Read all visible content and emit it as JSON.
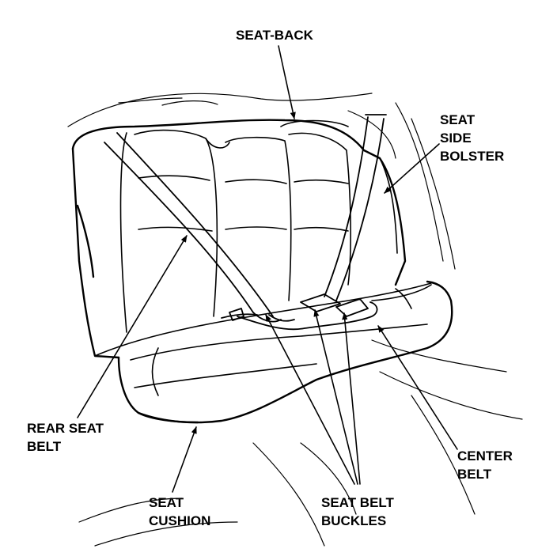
{
  "labels": {
    "seat_back": [
      "SEAT-BACK"
    ],
    "seat_side_bolster": [
      "SEAT",
      "SIDE",
      "BOLSTER"
    ],
    "rear_seat_belt": [
      "REAR SEAT",
      "BELT"
    ],
    "seat_cushion": [
      "SEAT",
      "CUSHION"
    ],
    "seat_belt_buckles": [
      "SEAT BELT",
      "BUCKLES"
    ],
    "center_belt": [
      "CENTER",
      "BELT"
    ]
  }
}
